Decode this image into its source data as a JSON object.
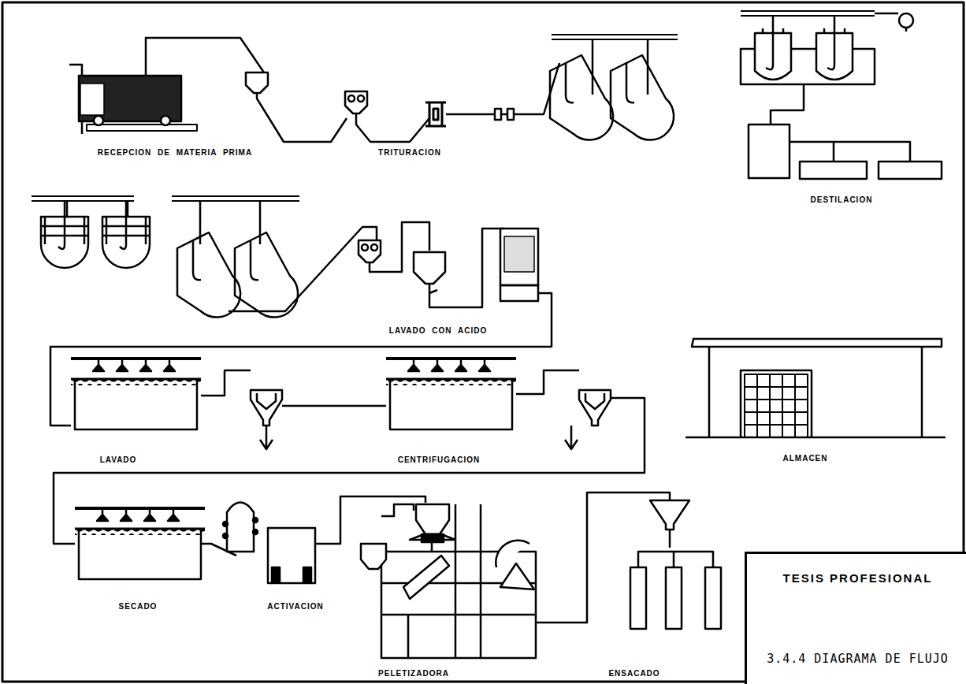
{
  "diagram": {
    "nodes": [
      {
        "text": [
          "TESIS PROFESIONAL",
          "3.4.4 DIAGRAMA DE FLUJO"
        ]
      }
    ],
    "edges": [],
    "labels": [
      "RECEPCION DE MATERIA PRIMA",
      "TRITURACION",
      "DESTILACION",
      "LAVADO CON ACIDO",
      "LAVADO",
      "CENTRIFUGACION",
      "ALMACEN",
      "SECADO",
      "ACTIVACION",
      "PELETIZADORA",
      "ENSACADO"
    ]
  }
}
